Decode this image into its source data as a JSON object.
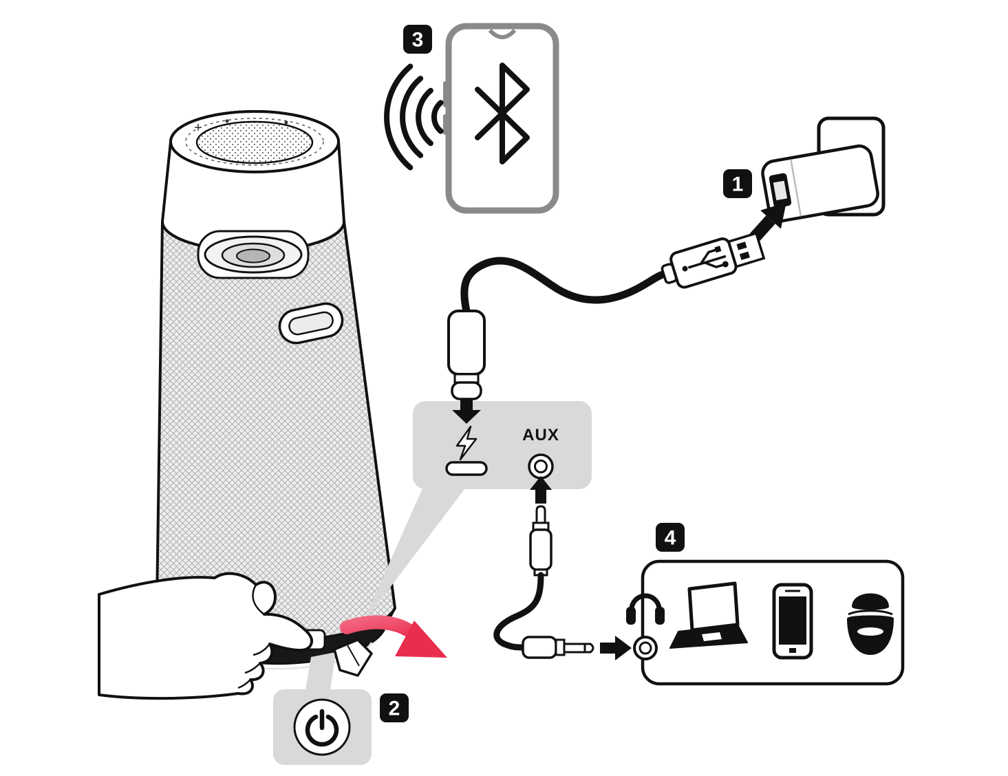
{
  "steps": {
    "step1": {
      "number": "1"
    },
    "step2": {
      "number": "2"
    },
    "step3": {
      "number": "3"
    },
    "step4": {
      "number": "4"
    }
  },
  "labels": {
    "aux_port": "AUX",
    "volume_plus": "+"
  },
  "icons": [
    "power-icon",
    "lightning-charge-icon",
    "usb-c-port-icon",
    "aux-jack-icon",
    "bluetooth-icon",
    "wireless-waves-icon",
    "headphones-icon",
    "laptop-icon",
    "smartphone-icon",
    "speaker-device-icon",
    "usb-a-plug-icon",
    "usb-c-plug-icon",
    "power-adapter-icon",
    "wall-plate-icon",
    "audio-jack-plug-icon",
    "hand-pointing-icon",
    "red-arrow-icon",
    "black-arrow-icon"
  ],
  "colors": {
    "background": "#ffffff",
    "outline_black": "#111111",
    "panel_gray": "#d9d9d9",
    "arrow_red": "#e82d4e",
    "arrow_red_light": "#f2647e",
    "phone_frame_gray": "#8a8a8a",
    "base_black": "#181818"
  }
}
